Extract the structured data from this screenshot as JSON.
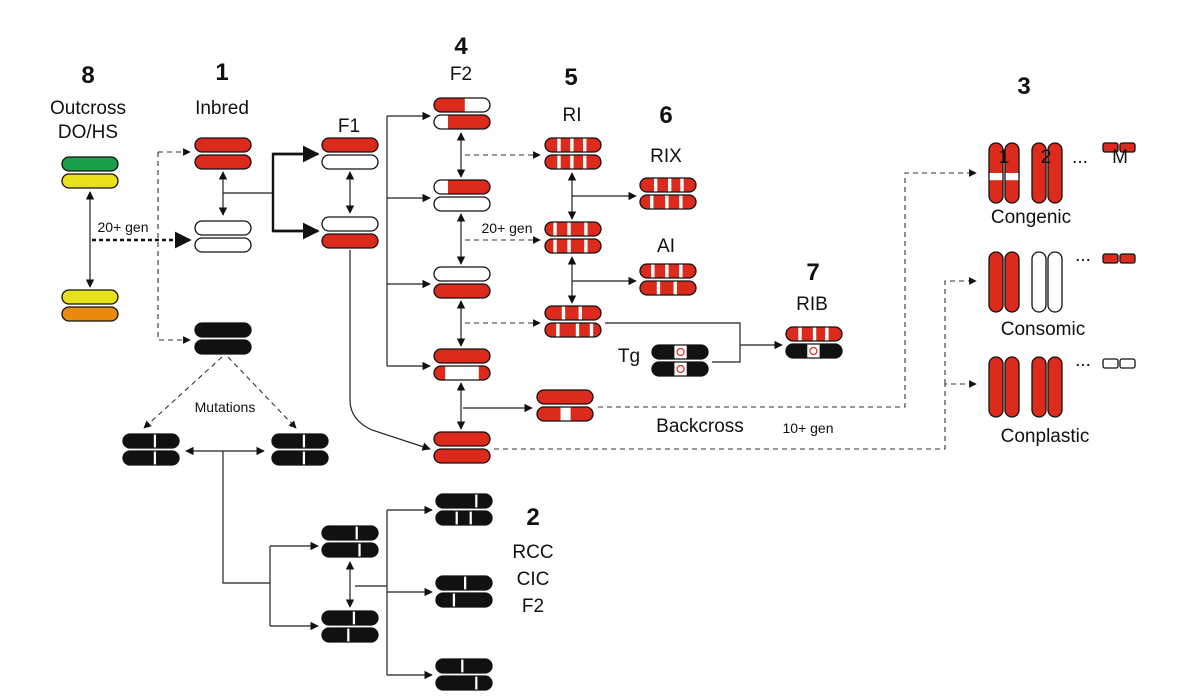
{
  "colors": {
    "red": "#dc2a1c",
    "black": "#111111",
    "white": "#ffffff",
    "green": "#1a9e4b",
    "yellow": "#e8e01a",
    "orange": "#ea8a10"
  },
  "numbers": {
    "n1": "1",
    "n2": "2",
    "n3": "3",
    "n4": "4",
    "n5": "5",
    "n6": "6",
    "n7": "7",
    "n8": "8"
  },
  "labels": {
    "outcross": "Outcross",
    "do_hs": "DO/HS",
    "inbred": "Inbred",
    "f1": "F1",
    "f2": "F2",
    "ri": "RI",
    "rix": "RIX",
    "ai": "AI",
    "rib": "RIB",
    "tg": "Tg",
    "mutations": "Mutations",
    "backcross": "Backcross",
    "ten_gen": "10+ gen",
    "twenty_gen_left": "20+ gen",
    "twenty_gen_mid": "20+ gen",
    "rcc": "RCC",
    "cic": "CIC",
    "f2_bottom": "F2",
    "col_1": "1",
    "col_2": "2",
    "col_dots": "...",
    "col_m": "M",
    "congenic": "Congenic",
    "consomic": "Consomic",
    "conplastic": "Conplastic",
    "dots_consomic": "...",
    "dots_conplastic": "..."
  }
}
